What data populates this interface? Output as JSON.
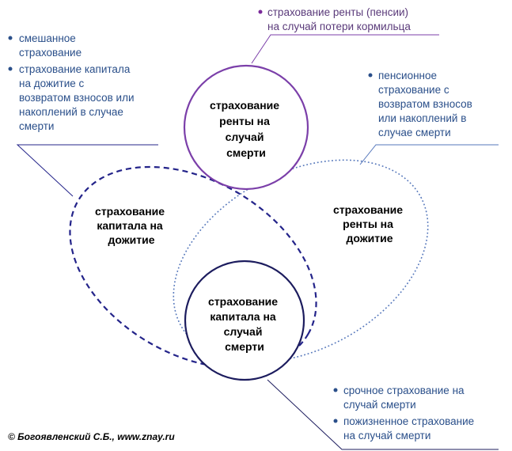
{
  "colors": {
    "purple_circle": "#7b3fa9",
    "navy_circle": "#1c1c5e",
    "dashed_ellipse": "#24248a",
    "dotted_ellipse": "#5577bb",
    "note_blue": "#2a4f8a",
    "note_purple": "#5a3a7a"
  },
  "shapes": {
    "top_circle": [
      "страхование",
      "ренты на",
      "случай",
      "смерти"
    ],
    "left_ellipse": [
      "страхование",
      "капитала на",
      "дожитие"
    ],
    "right_ellipse": [
      "страхование",
      "ренты на",
      "дожитие"
    ],
    "bottom_circle": [
      "страхование",
      "капитала на",
      "случай",
      "смерти"
    ]
  },
  "notes": {
    "top": [
      {
        "lines": [
          "страхование ренты (пенсии)",
          "на случай потери кормильца"
        ]
      }
    ],
    "left": [
      {
        "lines": [
          "смешанное",
          "страхование"
        ]
      },
      {
        "lines": [
          "страхование капитала",
          "на дожитие с",
          "возвратом взносов или",
          "накоплений в случае",
          "смерти"
        ]
      }
    ],
    "right": [
      {
        "lines": [
          "пенсионное",
          "страхование с",
          "возвратом взносов",
          "или накоплений в",
          "случае смерти"
        ]
      }
    ],
    "bottom": [
      {
        "lines": [
          "срочное страхование на",
          "случай смерти"
        ]
      },
      {
        "lines": [
          "пожизненное страхование",
          "на случай смерти"
        ]
      }
    ]
  },
  "copyright": "© Богоявленский С.Б., www.znay.ru"
}
